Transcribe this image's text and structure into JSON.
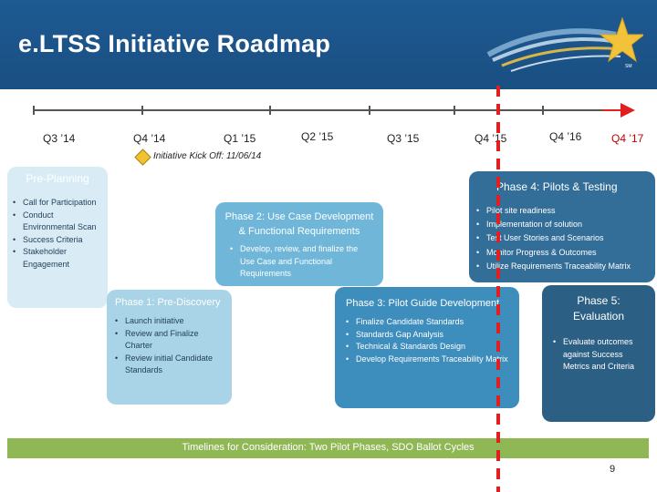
{
  "slide": {
    "title": "e.LTSS Initiative Roadmap",
    "page_number": "9"
  },
  "colors": {
    "header_blue": "#1d5a92",
    "pre_planning_bg": "#d9ecf5",
    "phase1_bg": "#a9d3e6",
    "phase2_bg": "#6fb6d8",
    "phase3_bg": "#3d8dbd",
    "phase4_bg": "#336e98",
    "phase5_bg": "#2b5f84",
    "green_bar": "#8fb855",
    "red_marker": "#e02020",
    "kickoff_diamond": "#f2c230"
  },
  "timeline": {
    "quarters": [
      "Q3 ’14",
      "Q4 ’14",
      "Q1 ’15",
      "Q2 ’15",
      "Q3 ’15",
      "Q4 ’15",
      "Q4 ’16",
      "Q4 ’17"
    ],
    "kickoff": "Initiative Kick Off: 11/06/14"
  },
  "pre_planning": {
    "title": "Pre-Planning",
    "bullets": [
      "Call for Participation",
      "Conduct Environmental Scan",
      "Success Criteria",
      "Stakeholder Engagement"
    ]
  },
  "phase1": {
    "title": "Phase 1: Pre-Discovery",
    "bullets": [
      "Launch initiative",
      "Review and Finalize Charter",
      "Review initial Candidate Standards"
    ]
  },
  "phase2": {
    "title_line1": "Phase 2: Use Case Development",
    "title_line2": "& Functional Requirements",
    "bullets": [
      "Develop, review, and finalize the Use Case and Functional Requirements"
    ]
  },
  "phase3": {
    "title": "Phase 3: Pilot Guide Development",
    "bullets": [
      "Finalize Candidate Standards",
      "Standards Gap Analysis",
      "Technical & Standards Design",
      "Develop Requirements Traceability Matrix"
    ]
  },
  "phase4": {
    "title": "Phase 4: Pilots & Testing",
    "bullets": [
      "Pilot site readiness",
      "Implementation of solution",
      "Test User Stories and Scenarios",
      "Monitor Progress & Outcomes",
      "Utilize Requirements Traceability Matrix"
    ]
  },
  "phase5": {
    "title_line1": "Phase 5:",
    "title_line2": "Evaluation",
    "bullets": [
      "Evaluate outcomes against Success Metrics and Criteria"
    ]
  },
  "footer_bar": {
    "text": "Timelines for Consideration: Two Pilot Phases, SDO Ballot Cycles"
  }
}
